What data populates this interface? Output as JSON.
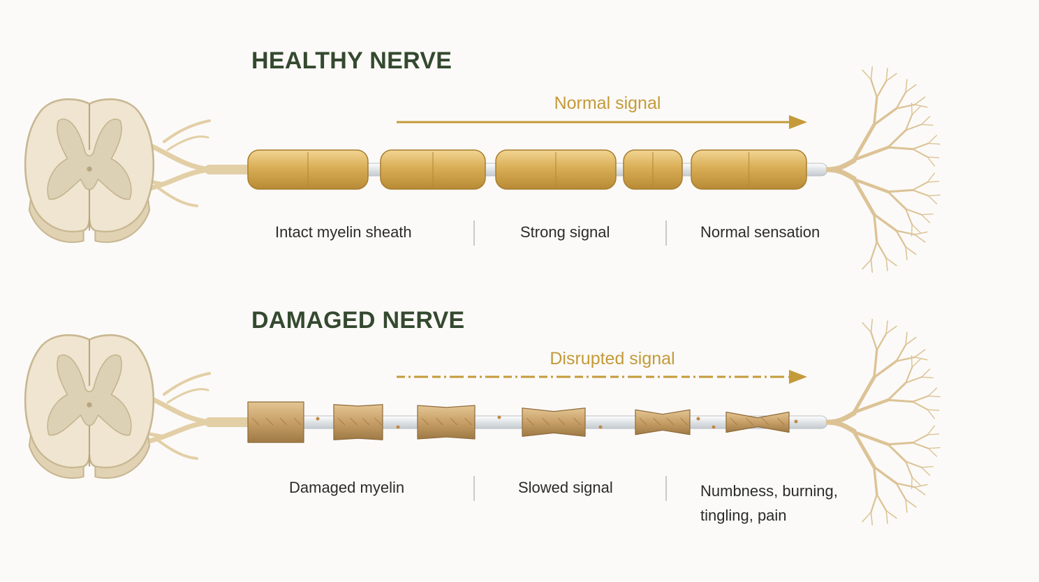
{
  "healthy": {
    "title": "HEALTHY NERVE",
    "signal_label": "Normal signal",
    "captions": [
      "Intact myelin sheath",
      "Strong signal",
      "Normal sensation"
    ]
  },
  "damaged": {
    "title": "DAMAGED NERVE",
    "signal_label": "Disrupted signal",
    "captions": [
      "Damaged myelin",
      "Slowed signal",
      "Numbness, burning,\ntingling, pain"
    ]
  },
  "colors": {
    "title": "#34492f",
    "signal": "#c49a3a",
    "myelin_healthy": "#d9ae55",
    "myelin_damaged": "#c79f67",
    "spinal_cord": "#efe5d0",
    "spinal_grey": "#dcd1b5",
    "nerve_fiber": "#e3cfa6",
    "axon": "#dfe3e6"
  },
  "icons": {
    "spinal_cord": "spinal-cord-cross-section-icon",
    "nerve_endings": "nerve-endings-icon"
  }
}
